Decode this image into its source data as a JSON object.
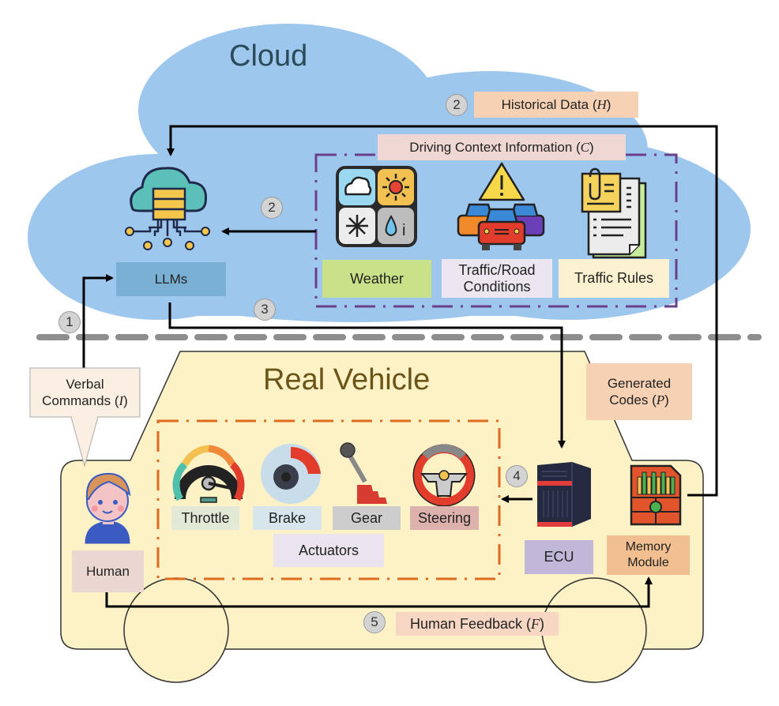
{
  "titles": {
    "cloud": "Cloud",
    "vehicle": "Real Vehicle"
  },
  "cloud": {
    "llm_label": "LLMs",
    "llm_icon": "cloud-server-icon",
    "historical_data": {
      "prefix": "Historical Data (",
      "symbol": "H",
      "suffix": ")"
    },
    "context": {
      "prefix": "Driving Context Information (",
      "symbol": "C",
      "suffix": ")"
    },
    "context_items": [
      {
        "label": "Weather",
        "icon": "weather-icon",
        "color": "#c9e28a"
      },
      {
        "label": "Traffic/Road Conditions",
        "line1": "Traffic/Road",
        "line2": "Conditions",
        "icon": "traffic-jam-icon",
        "color": "#ebe6ef"
      },
      {
        "label": "Traffic Rules",
        "icon": "documents-icon",
        "color": "#fcf1d0"
      }
    ]
  },
  "vehicle": {
    "verbal_commands": {
      "line1": "Verbal",
      "line2_prefix": "Commands (",
      "symbol": "I",
      "suffix": ")"
    },
    "generated_codes": {
      "line1": "Generated",
      "line2_prefix": "Codes (",
      "symbol": "P",
      "suffix": ")"
    },
    "human_label": "Human",
    "actuators_label": "Actuators",
    "actuators": [
      {
        "label": "Throttle",
        "icon": "speedometer-icon",
        "color": "#e2e9d6"
      },
      {
        "label": "Brake",
        "icon": "brake-disc-icon",
        "color": "#d6e6ec"
      },
      {
        "label": "Gear",
        "icon": "gear-shift-icon",
        "color": "#cdcdcd"
      },
      {
        "label": "Steering",
        "icon": "steering-wheel-icon",
        "color": "#ddb1ac"
      }
    ],
    "ecu_label": "ECU",
    "memory": {
      "line1": "Memory",
      "line2": "Module"
    },
    "human_feedback": {
      "prefix": "Human Feedback (",
      "symbol": "F",
      "suffix": ")"
    }
  },
  "steps": {
    "s1": "1",
    "s2a": "2",
    "s2b": "2",
    "s3": "3",
    "s4": "4",
    "s5": "5"
  },
  "colors": {
    "cloud_fill": "#9ec7ee",
    "vehicle_fill": "#fdf1c6",
    "context_border": "#6a3f8c",
    "actuator_border": "#e06a1e",
    "historical_fill": "#f6d1b3",
    "context_fill": "#efd7d4",
    "llm_fill": "#7ab0d4",
    "ecu_fill": "#c1b8d9",
    "memory_fill": "#f2bf90"
  }
}
